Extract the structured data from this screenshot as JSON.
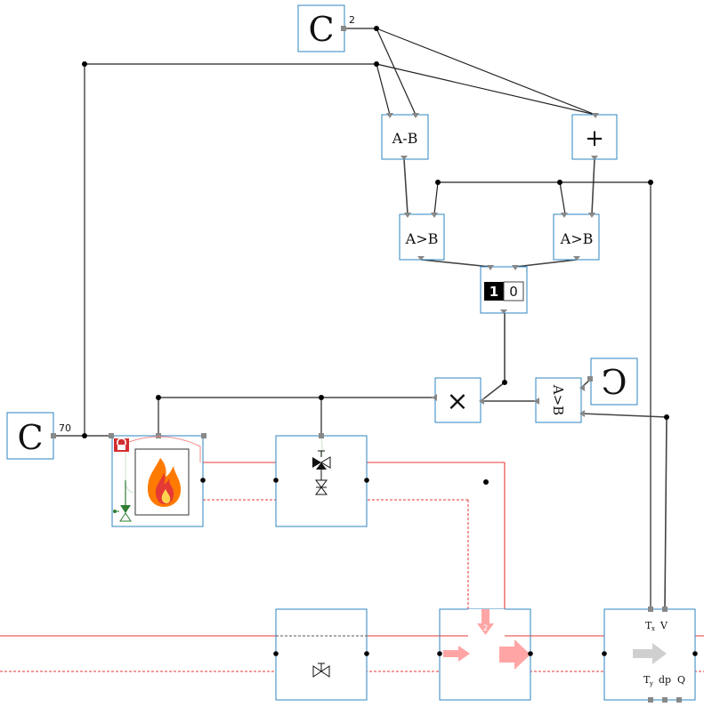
{
  "constants": {
    "c_top": {
      "symbol": "C",
      "value": "2"
    },
    "c_left": {
      "symbol": "C",
      "value": "70"
    },
    "c_right": {
      "symbol": "C"
    }
  },
  "blocks": {
    "subtract": "A-B",
    "add": "+",
    "compare_left": "A>B",
    "compare_right": "A>B",
    "switch_one": "1",
    "switch_zero": "0",
    "multiply": "×",
    "compare_rot": "A>B"
  },
  "sensor": {
    "t_top": "T",
    "t_top_sub": "x",
    "v": "V",
    "t_bottom": "T",
    "t_bottom_sub": "y",
    "dp": "dp",
    "q": "Q"
  },
  "mixer": {
    "arrow_label": "2"
  },
  "colors": {
    "block_border": "#2e86c1",
    "pipe_hot": "#e53935",
    "flow_arrow": "#ffa5a5",
    "sensor_arrow": "#cfcfcf",
    "valve_green": "#2e7d32",
    "flame_orange": "#ff7a00"
  }
}
